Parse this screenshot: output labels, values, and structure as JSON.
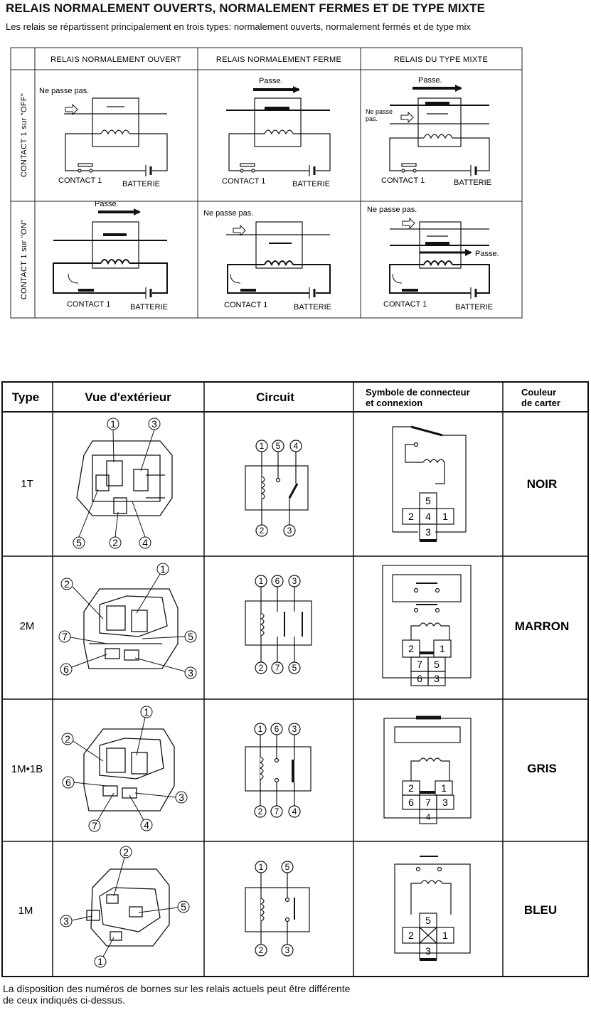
{
  "doc": {
    "title": "RELAIS NORMALEMENT OUVERTS, NORMALEMENT FERMES ET DE TYPE MIXTE",
    "subtitle": "Les relais se répartissent principalement en trois types: normalement ouverts, normalement fermés et de type mix",
    "footer_line1": "La disposition des numéros de bornes sur les relais actuels peut être différente",
    "footer_line2": "de ceux indiqués ci-dessus."
  },
  "relay_types": {
    "col_headers": [
      "RELAIS NORMALEMENT OUVERT",
      "RELAIS NORMALEMENT FERME",
      "RELAIS DU TYPE MIXTE"
    ],
    "row_headers": [
      "CONTACT 1 sur \"OFF\"",
      "CONTACT 1 sur \"ON\""
    ],
    "labels": {
      "passe": "Passe.",
      "ne_passe_pas": "Ne passe pas.",
      "ne_passe_l1": "Ne passe",
      "ne_passe_l2": "pas.",
      "contact": "CONTACT 1",
      "batterie": "BATTERIE"
    }
  },
  "relay_table": {
    "headers": {
      "type": "Type",
      "vue": "Vue d'extérieur",
      "circuit": "Circuit",
      "symbole_l1": "Symbole de connecteur",
      "symbole_l2": "et connexion",
      "couleur_l1": "Couleur",
      "couleur_l2": "de carter"
    },
    "rows": [
      {
        "type": "1T",
        "color": "NOIR",
        "terminals_top": [
          "1",
          "5",
          "4"
        ],
        "terminals_bottom": [
          "2",
          "3"
        ],
        "view_terminals": [
          "1",
          "3",
          "5",
          "2",
          "4"
        ],
        "connector": [
          "5",
          "2",
          "4",
          "1",
          "3"
        ]
      },
      {
        "type": "2M",
        "color": "MARRON",
        "terminals_top": [
          "1",
          "6",
          "3"
        ],
        "terminals_bottom": [
          "2",
          "7",
          "5"
        ],
        "view_terminals": [
          "1",
          "2",
          "7",
          "5",
          "6",
          "3"
        ],
        "connector": [
          "2",
          "1",
          "7",
          "5",
          "6",
          "3"
        ]
      },
      {
        "type": "1M•1B",
        "color": "GRIS",
        "terminals_top": [
          "1",
          "6",
          "3"
        ],
        "terminals_bottom": [
          "2",
          "7",
          "4"
        ],
        "view_terminals": [
          "1",
          "2",
          "6",
          "3",
          "7",
          "4"
        ],
        "connector": [
          "2",
          "1",
          "6",
          "7",
          "3",
          "4"
        ]
      },
      {
        "type": "1M",
        "color": "BLEU",
        "terminals_top": [
          "1",
          "5"
        ],
        "terminals_bottom": [
          "2",
          "3"
        ],
        "view_terminals": [
          "2",
          "5",
          "3",
          "1"
        ],
        "connector": [
          "5",
          "2",
          "1",
          "3"
        ]
      }
    ]
  }
}
